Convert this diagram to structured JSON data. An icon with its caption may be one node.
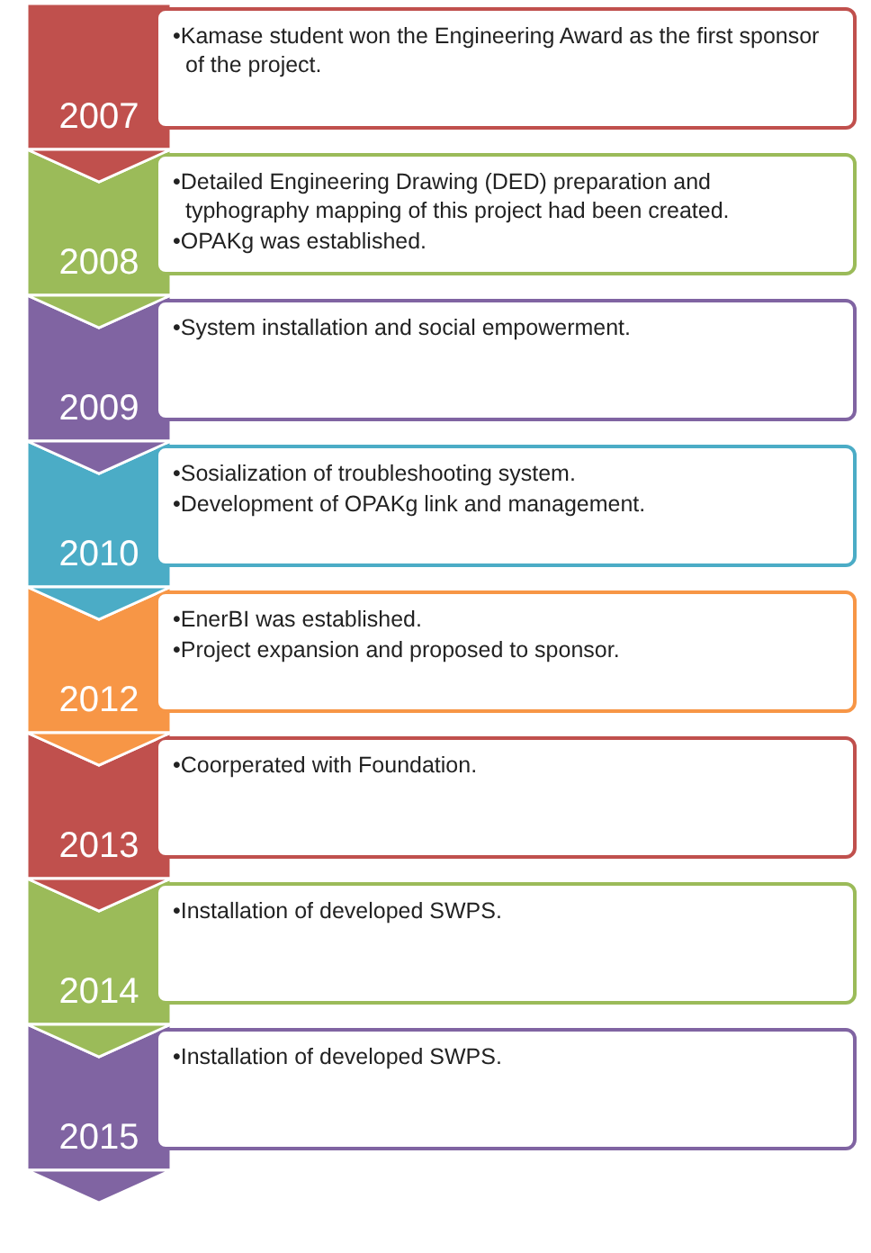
{
  "diagram": {
    "nodes": [
      {
        "text": [
          "2007"
        ]
      },
      {
        "text": [
          "•Kamase student won the Engineering Award as the first sponsor of the project."
        ]
      },
      {
        "text": [
          "2008"
        ]
      },
      {
        "text": [
          "•Detailed Engineering Drawing (DED) preparation and typhography mapping of this project had been created.",
          "•OPAKg was established."
        ]
      },
      {
        "text": [
          "2009"
        ]
      },
      {
        "text": [
          "•System installation and social empowerment."
        ]
      },
      {
        "text": [
          "2010"
        ]
      },
      {
        "text": [
          "•Sosialization of troubleshooting system.",
          "•Development of OPAKg link and management."
        ]
      },
      {
        "text": [
          "2012"
        ]
      },
      {
        "text": [
          "•EnerBI was established.",
          "•Project expansion and proposed to sponsor."
        ]
      },
      {
        "text": [
          "2013"
        ]
      },
      {
        "text": [
          "•Coorperated with Foundation."
        ]
      },
      {
        "text": [
          "2014"
        ]
      },
      {
        "text": [
          "•Installation of developed SWPS."
        ]
      },
      {
        "text": [
          "2015"
        ]
      },
      {
        "text": [
          "•Installation of developed SWPS."
        ]
      }
    ],
    "edges": [
      {
        "from": 0,
        "to": 2,
        "arrow": "to"
      },
      {
        "from": 2,
        "to": 4,
        "arrow": "to"
      },
      {
        "from": 4,
        "to": 6,
        "arrow": "to"
      },
      {
        "from": 6,
        "to": 8,
        "arrow": "to"
      },
      {
        "from": 8,
        "to": 10,
        "arrow": "to"
      },
      {
        "from": 10,
        "to": 12,
        "arrow": "to"
      },
      {
        "from": 12,
        "to": 14,
        "arrow": "to"
      },
      {
        "from": 14,
        "to": null,
        "arrow": "to"
      }
    ]
  }
}
